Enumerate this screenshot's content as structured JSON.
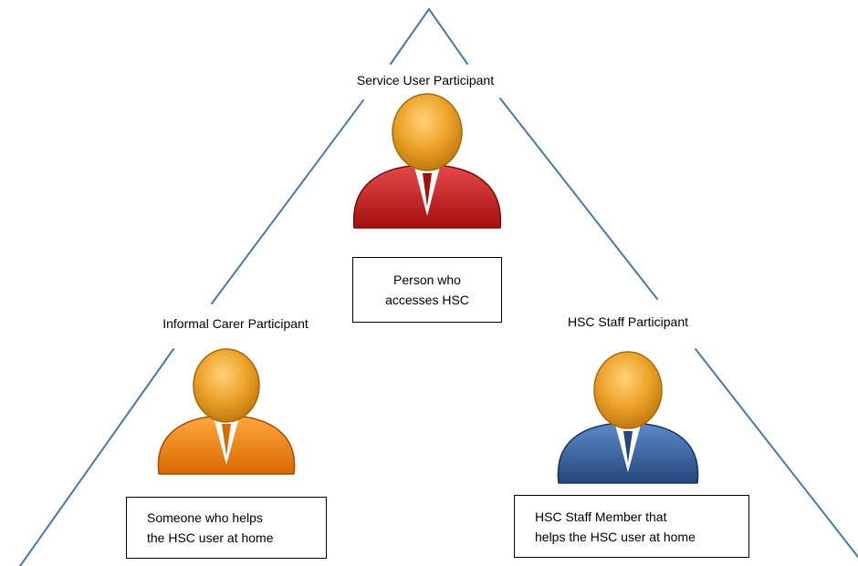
{
  "participants": [
    {
      "id": "service-user",
      "label": "Service User Participant",
      "description": [
        "Person who",
        "accesses HSC"
      ],
      "color": "#c81d1d"
    },
    {
      "id": "informal-carer",
      "label": "Informal Carer Participant",
      "description": [
        "Someone who helps",
        "the HSC user at home"
      ],
      "color": "#f07f10"
    },
    {
      "id": "hsc-staff",
      "label": "HSC Staff Participant",
      "description": [
        "HSC Staff Member that",
        "helps the HSC user at home"
      ],
      "color": "#2f5c9e"
    }
  ],
  "colors": {
    "line": "#4a78a8",
    "head": "#e8a020",
    "head_dark": "#b9770c"
  },
  "icons": [
    "person-icon"
  ]
}
